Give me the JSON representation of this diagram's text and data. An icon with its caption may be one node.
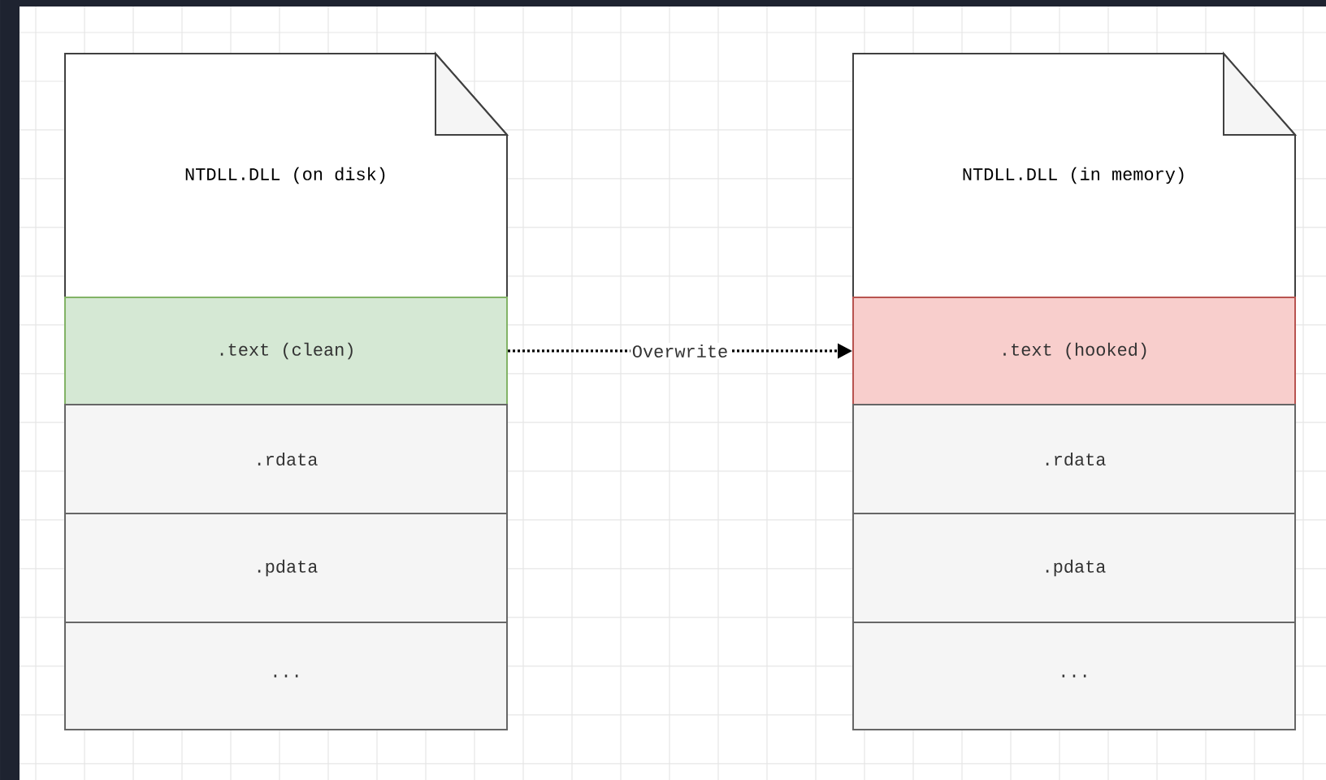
{
  "diagram": {
    "nodes": [
      {
        "text": [
          "NTDLL.DLL (on disk)"
        ]
      },
      {
        "text": [
          ".text (clean)"
        ]
      },
      {
        "text": [
          ".rdata"
        ]
      },
      {
        "text": [
          ".pdata"
        ]
      },
      {
        "text": [
          "..."
        ]
      },
      {
        "text": [
          "NTDLL.DLL (in memory)"
        ]
      },
      {
        "text": [
          ".text (hooked)"
        ]
      },
      {
        "text": [
          ".rdata"
        ]
      },
      {
        "text": [
          ".pdata"
        ]
      },
      {
        "text": [
          "..."
        ]
      }
    ],
    "edges": [
      {
        "from": 1,
        "to": 6,
        "arrow": "to",
        "label": "Overwrite",
        "style": "dashed"
      }
    ]
  }
}
